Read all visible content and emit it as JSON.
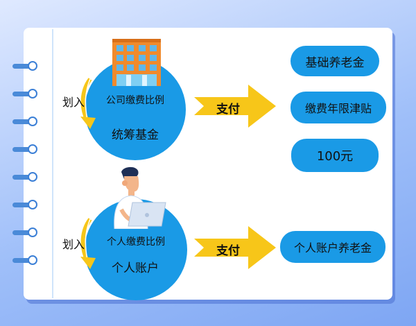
{
  "top": {
    "transfer_label": "划入",
    "ratio_text": "公司缴费比例",
    "fund_name": "统筹基金",
    "pay_label": "支付",
    "outputs": [
      "基础养老金",
      "缴费年限津贴",
      "100元"
    ]
  },
  "bottom": {
    "transfer_label": "划入",
    "ratio_text": "个人缴费比例",
    "fund_name": "个人账户",
    "pay_label": "支付",
    "output": "个人账户养老金"
  },
  "colors": {
    "circle": "#1a9ae6",
    "pill": "#1a9ae6",
    "arrow": "#f7c619",
    "ring": "#3b7fd6"
  },
  "icons": [
    "office-building-icon",
    "person-laptop-icon",
    "curved-arrow-icon",
    "notebook-ring-icon"
  ]
}
